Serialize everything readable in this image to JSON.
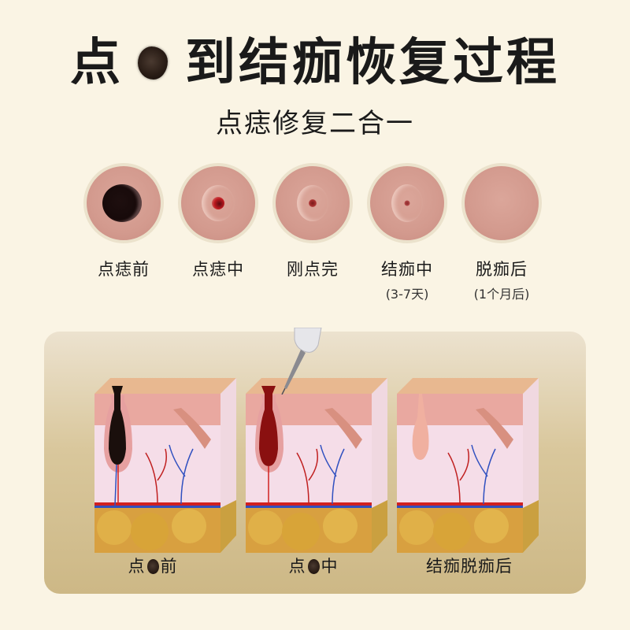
{
  "header": {
    "title_prefix": "点",
    "title_icon": "mole-icon",
    "title_suffix": "到结痂恢复过程",
    "subtitle": "点痣修复二合一"
  },
  "stages": [
    {
      "label": "点痣前",
      "sublabel": "",
      "state": "mole"
    },
    {
      "label": "点痣中",
      "sublabel": "",
      "state": "treating"
    },
    {
      "label": "刚点完",
      "sublabel": "",
      "state": "just-done"
    },
    {
      "label": "结痂中",
      "sublabel": "(3-7天)",
      "state": "scabbing"
    },
    {
      "label": "脱痂后",
      "sublabel": "(1个月后)",
      "state": "healed"
    }
  ],
  "diagram": {
    "blocks": [
      {
        "caption_prefix": "点",
        "caption_icon": "mole-icon",
        "caption_suffix": "前",
        "state": "before"
      },
      {
        "caption_prefix": "点",
        "caption_icon": "mole-icon",
        "caption_suffix": "中",
        "state": "during"
      },
      {
        "caption_prefix": "",
        "caption_icon": "",
        "caption_suffix": "结痂脱痂后",
        "state": "after"
      }
    ]
  },
  "colors": {
    "background": "#faf4e4",
    "panel_top": "#ece2cf",
    "panel_bottom": "#cdb886",
    "skin": "#d39a8e",
    "mole": "#1a0f0c",
    "wound": "#b01a1a"
  }
}
